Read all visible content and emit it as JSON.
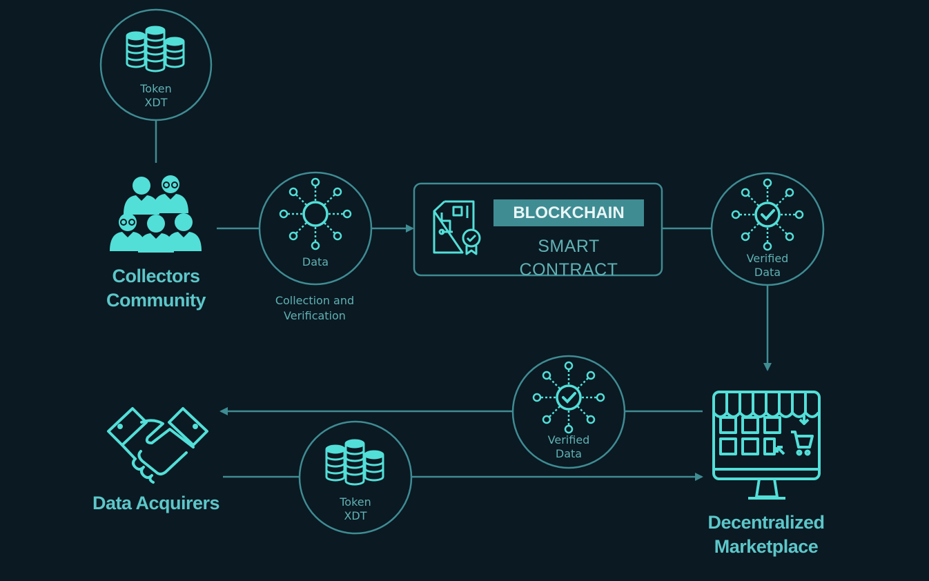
{
  "colors": {
    "background": "#0b1922",
    "line": "#3f8c93",
    "icon": "#52dfd8",
    "text": "#5cc7c9",
    "banner": "#3f8c93"
  },
  "token_top": {
    "line1": "Token",
    "line2": "XDT",
    "icon": "coins-icon"
  },
  "collectors": {
    "line1": "Collectors",
    "line2": "Community",
    "icon": "people-group-icon"
  },
  "data_node": {
    "label": "Data",
    "icon": "network-node-icon"
  },
  "collection": {
    "line1": "Collection and",
    "line2": "Verification"
  },
  "blockchain": {
    "title": "BLOCKCHAIN",
    "subtitle": "SMART CONTRACT",
    "icon": "contract-chip-icon"
  },
  "verified_top": {
    "line1": "Verified",
    "line2": "Data",
    "icon": "verified-network-icon"
  },
  "verified_bottom": {
    "line1": "Verified",
    "line2": "Data",
    "icon": "verified-network-icon"
  },
  "marketplace": {
    "line1": "Decentralized",
    "line2": "Marketplace",
    "icon": "shop-monitor-icon"
  },
  "acquirers": {
    "label": "Data Acquirers",
    "icon": "handshake-icon"
  },
  "token_bottom": {
    "line1": "Token",
    "line2": "XDT",
    "icon": "coins-icon"
  }
}
